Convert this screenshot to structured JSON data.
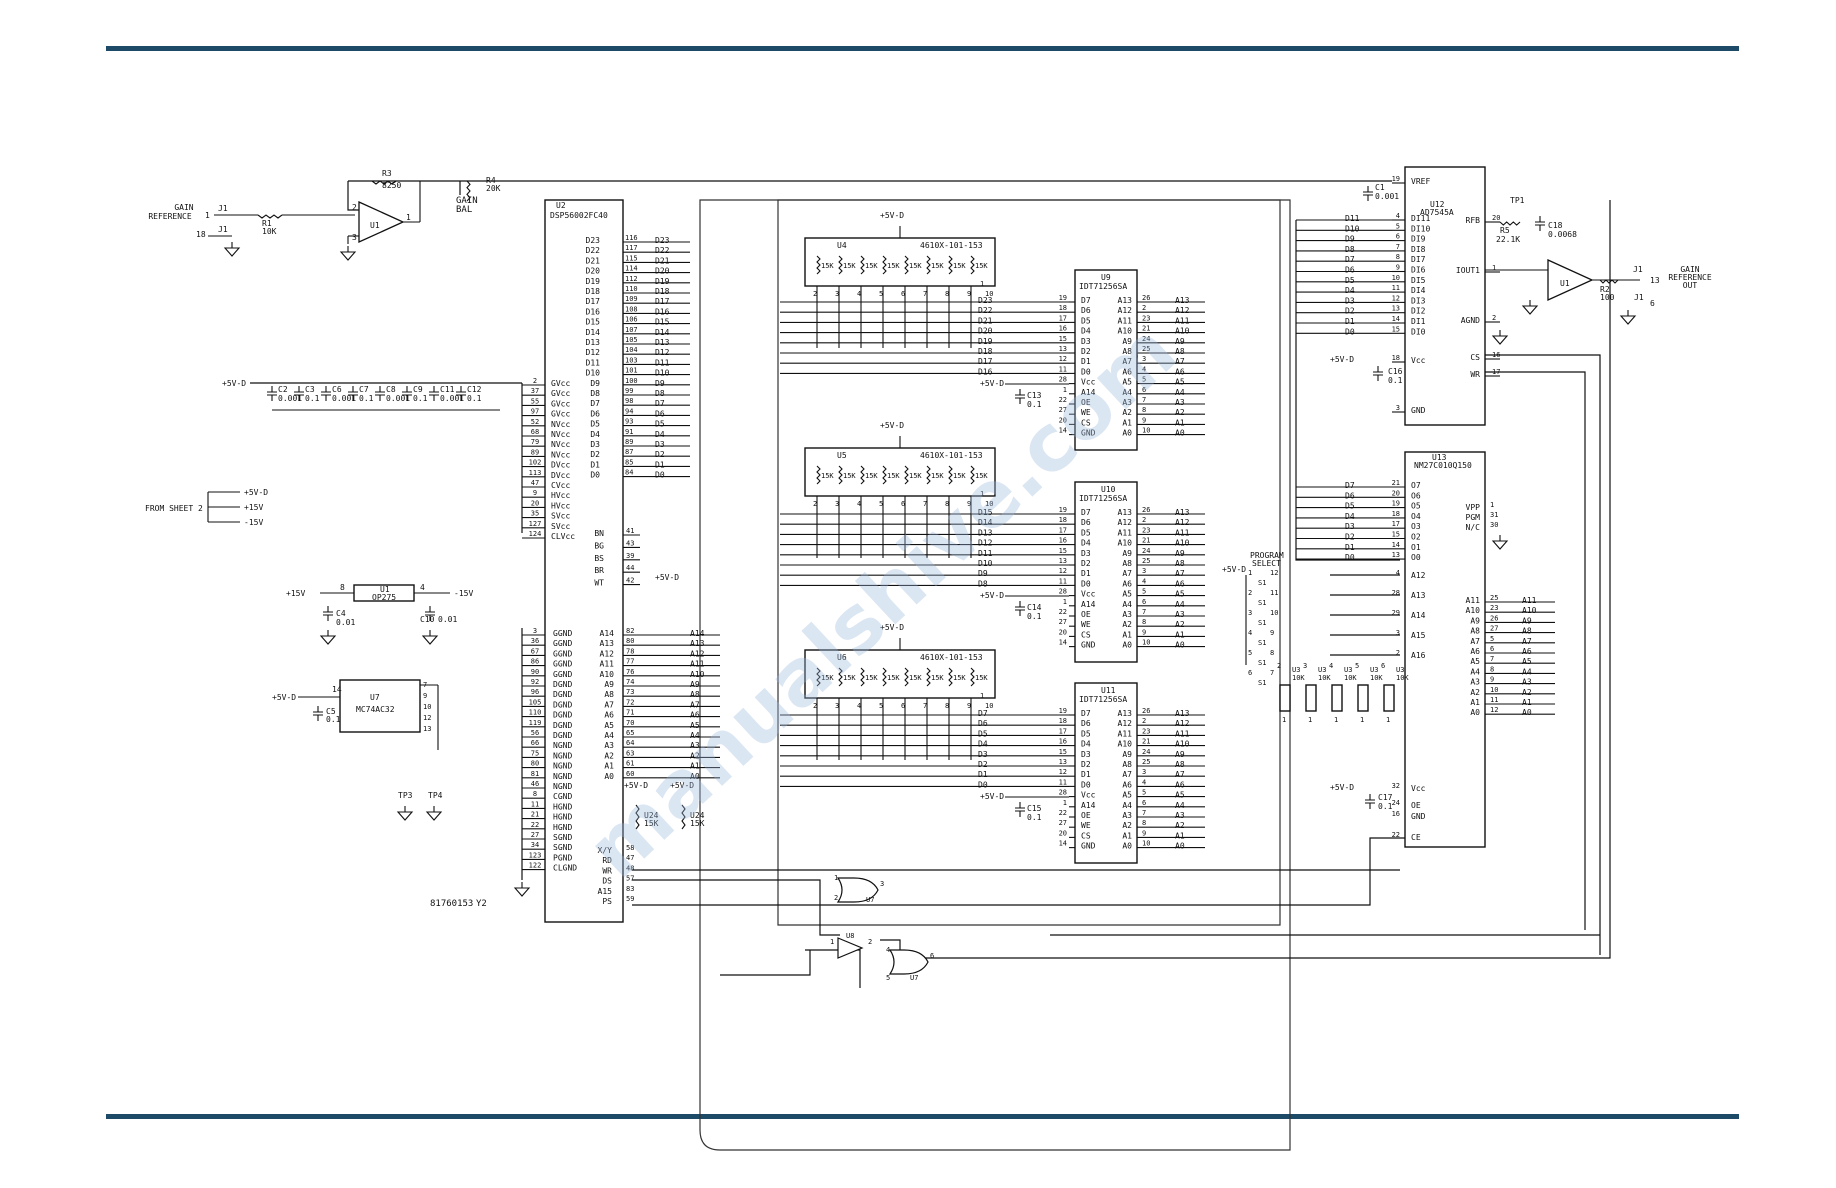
{
  "sheet": {
    "code": "81760153",
    "rev": "Y2"
  },
  "watermark": "manualshive.com",
  "io": {
    "gain_ref_in": [
      "GAIN",
      "REFERENCE"
    ],
    "j1_in_pin": "1",
    "j1_in_label": "J1",
    "j1_gnd_pin": "18",
    "j1_gnd_label": "J1",
    "gain_ref_out": [
      "GAIN",
      "REFERENCE",
      "OUT"
    ],
    "j1_out_pin": "13",
    "j1_out_label": "J1",
    "j1_out_gnd_pin": "6",
    "j1_out_gnd_label": "J1",
    "from_sheet": "FROM SHEET 2",
    "rails": [
      "+5V-D",
      "+15V",
      "-15V"
    ]
  },
  "passives": {
    "r1": [
      "R1",
      "10K"
    ],
    "r3": [
      "R3",
      "8250"
    ],
    "r4": [
      "R4",
      "20K"
    ],
    "gain_bal": [
      "GAIN",
      "BAL"
    ],
    "r5": [
      "R5",
      "22.1K"
    ],
    "c18": [
      "C18",
      "0.0068"
    ],
    "r2": [
      "R2",
      "100"
    ],
    "tp1": "TP1",
    "c1": [
      "C1",
      "0.001"
    ],
    "c16": [
      "C16",
      "0.1"
    ],
    "c17": [
      "C17",
      "0.1"
    ],
    "tp3": "TP3",
    "tp4": "TP4"
  },
  "decoupling": [
    {
      "ref": "C2",
      "val": "0.001"
    },
    {
      "ref": "C3",
      "val": "0.1"
    },
    {
      "ref": "C6",
      "val": "0.001"
    },
    {
      "ref": "C7",
      "val": "0.1"
    },
    {
      "ref": "C8",
      "val": "0.001"
    },
    {
      "ref": "C9",
      "val": "0.1"
    },
    {
      "ref": "C11",
      "val": "0.001"
    },
    {
      "ref": "C12",
      "val": "0.1"
    }
  ],
  "u2": {
    "ref": "U2",
    "part": "DSP56002FC40",
    "data_pins": [
      "116",
      "117",
      "115",
      "114",
      "112",
      "110",
      "109",
      "108",
      "106",
      "107",
      "105",
      "104",
      "103",
      "101",
      "100",
      "99",
      "98",
      "94",
      "93",
      "91",
      "89",
      "87",
      "85",
      "84"
    ],
    "data_names": [
      "D23",
      "D22",
      "D21",
      "D20",
      "D19",
      "D18",
      "D17",
      "D16",
      "D15",
      "D14",
      "D13",
      "D12",
      "D11",
      "D10",
      "D9",
      "D8",
      "D7",
      "D6",
      "D5",
      "D4",
      "D3",
      "D2",
      "D1",
      "D0"
    ],
    "pwr_pins": [
      "2",
      "37",
      "55",
      "97",
      "52",
      "68",
      "79",
      "89",
      "102",
      "113",
      "47",
      "9",
      "20",
      "35",
      "127",
      "124"
    ],
    "pwr_names": [
      "GVcc",
      "GVcc",
      "GVcc",
      "GVcc",
      "NVcc",
      "NVcc",
      "NVcc",
      "NVcc",
      "DVcc",
      "DVcc",
      "CVcc",
      "HVcc",
      "HVcc",
      "SVcc",
      "SVcc",
      "CLVcc"
    ],
    "ctl_names": [
      "BN",
      "BG",
      "BS",
      "BR",
      "WT"
    ],
    "ctl_pins": [
      "41",
      "43",
      "39",
      "44",
      "42"
    ],
    "gnd_pins": [
      "3",
      "36",
      "67",
      "86",
      "90",
      "92",
      "96",
      "105",
      "110",
      "119",
      "56",
      "66",
      "75",
      "80",
      "81",
      "46",
      "8",
      "11",
      "21",
      "22",
      "27",
      "34",
      "123",
      "122"
    ],
    "gnd_names": [
      "GGND",
      "GGND",
      "GGND",
      "GGND",
      "GGND",
      "DGND",
      "DGND",
      "DGND",
      "DGND",
      "DGND",
      "DGND",
      "NGND",
      "NGND",
      "NGND",
      "NGND",
      "NGND",
      "CGND",
      "HGND",
      "HGND",
      "HGND",
      "SGND",
      "SGND",
      "PGND",
      "CLGND"
    ],
    "addr_pins": [
      "82",
      "80",
      "78",
      "77",
      "76",
      "74",
      "73",
      "72",
      "71",
      "70",
      "65",
      "64",
      "63",
      "61",
      "60"
    ],
    "addr_names": [
      "A14",
      "A13",
      "A12",
      "A11",
      "A10",
      "A9",
      "A8",
      "A7",
      "A6",
      "A5",
      "A4",
      "A3",
      "A2",
      "A1",
      "A0"
    ],
    "bot_names": [
      "X/Y",
      "RD",
      "WR",
      "DS",
      "A15",
      "PS"
    ],
    "bot_pins": [
      "58",
      "47",
      "48",
      "57",
      "83",
      "59"
    ]
  },
  "u1": {
    "ref": "U1",
    "part": "OP275",
    "pin8": "8",
    "pin4": "4",
    "p15": "+15V",
    "m15": "-15V",
    "c4": [
      "C4",
      "0.01"
    ],
    "c10": [
      "C10",
      "0.01"
    ]
  },
  "u7": {
    "ref": "U7",
    "part": "MC74AC32",
    "vcc": "+5V-D",
    "c5": [
      "C5",
      "0.1"
    ],
    "pin14": "14",
    "pins": [
      "7",
      "9",
      "10",
      "12",
      "13"
    ]
  },
  "opamp_u1a": {
    "ref": "U1",
    "pins": [
      "2",
      "3",
      "1"
    ]
  },
  "packs": [
    {
      "ref": "U4",
      "part": "4610X-101-153",
      "vcc": "+5V-D",
      "val": "15K"
    },
    {
      "ref": "U5",
      "part": "4610X-101-153",
      "vcc": "+5V-D",
      "val": "15K"
    },
    {
      "ref": "U6",
      "part": "4610X-101-153",
      "vcc": "+5V-D",
      "val": "15K"
    }
  ],
  "pack_pins": [
    "2",
    "3",
    "4",
    "5",
    "6",
    "7",
    "8",
    "9",
    "10"
  ],
  "srams": [
    {
      "ref": "U9",
      "part": "IDT71256SA",
      "c": [
        "C13",
        "0.1"
      ]
    },
    {
      "ref": "U10",
      "part": "IDT71256SA",
      "c": [
        "C14",
        "0.1"
      ]
    },
    {
      "ref": "U11",
      "part": "IDT71256SA",
      "c": [
        "C15",
        "0.1"
      ]
    }
  ],
  "sram_left": [
    "D7",
    "D6",
    "D5",
    "D4",
    "D3",
    "D2",
    "D1",
    "D0",
    "Vcc",
    "A14",
    "OE",
    "WE",
    "CS",
    "GND"
  ],
  "sram_left_pins": [
    "19",
    "18",
    "17",
    "16",
    "15",
    "13",
    "12",
    "11",
    "28",
    "1",
    "22",
    "27",
    "20",
    "14"
  ],
  "sram_right": [
    "A13",
    "A12",
    "A11",
    "A10",
    "A9",
    "A8",
    "A7",
    "A6",
    "A5",
    "A4",
    "A3",
    "A2",
    "A1",
    "A0"
  ],
  "sram_right_pins": [
    "26",
    "2",
    "23",
    "21",
    "24",
    "25",
    "3",
    "4",
    "5",
    "6",
    "7",
    "8",
    "9",
    "10"
  ],
  "sram_data_groups": [
    [
      "D23",
      "D22",
      "D21",
      "D20",
      "D19",
      "D18",
      "D17",
      "D16"
    ],
    [
      "D15",
      "D14",
      "D13",
      "D12",
      "D11",
      "D10",
      "D9",
      "D8"
    ],
    [
      "D7",
      "D6",
      "D5",
      "D4",
      "D3",
      "D2",
      "D1",
      "D0"
    ]
  ],
  "u12": {
    "ref": "U12",
    "part": "AD7545A",
    "left": [
      "VREF",
      "DI11",
      "DI10",
      "DI9",
      "DI8",
      "DI7",
      "DI6",
      "DI5",
      "DI4",
      "DI3",
      "DI2",
      "DI1",
      "DI0",
      "Vcc",
      "GND"
    ],
    "left_pins": [
      "19",
      "4",
      "5",
      "6",
      "7",
      "8",
      "9",
      "10",
      "11",
      "12",
      "13",
      "14",
      "15",
      "18",
      "3"
    ],
    "right": [
      "RFB",
      "IOUT1",
      "AGND",
      "CS",
      "WR"
    ],
    "right_pins": [
      "20",
      "1",
      "2",
      "16",
      "17"
    ],
    "in_data": [
      "D11",
      "D10",
      "D9",
      "D8",
      "D7",
      "D6",
      "D5",
      "D4",
      "D3",
      "D2",
      "D1",
      "D0"
    ]
  },
  "u13": {
    "ref": "U13",
    "part": "NM27C010Q150",
    "left_d": [
      "O7",
      "O6",
      "O5",
      "O4",
      "O3",
      "O2",
      "O1",
      "O0"
    ],
    "left_pins": [
      "21",
      "20",
      "19",
      "18",
      "17",
      "15",
      "14",
      "13"
    ],
    "left_a": [
      "A12",
      "A13",
      "A14",
      "A15",
      "A16"
    ],
    "left_a_pins": [
      "4",
      "28",
      "29",
      "3",
      "2"
    ],
    "right_top": [
      "VPP",
      "PGM",
      "N/C"
    ],
    "right_top_pins": [
      "1",
      "31",
      "30"
    ],
    "right_a": [
      "A11",
      "A10",
      "A9",
      "A8",
      "A7",
      "A6",
      "A5",
      "A4",
      "A3",
      "A2",
      "A1",
      "A0"
    ],
    "right_a_pins": [
      "25",
      "23",
      "26",
      "27",
      "5",
      "6",
      "7",
      "8",
      "9",
      "10",
      "11",
      "12"
    ],
    "bottom": [
      "Vcc",
      "OE",
      "GND",
      "CE"
    ],
    "bottom_pins": [
      "32",
      "24",
      "16",
      "22"
    ]
  },
  "program_select": {
    "label": [
      "PROGRAM",
      "SELECT"
    ],
    "switch": "S1",
    "rv": "+5V-D",
    "pins": [
      "1",
      "12",
      "2",
      "11",
      "3",
      "10",
      "4",
      "9",
      "5",
      "8",
      "6",
      "7"
    ]
  },
  "u3": {
    "ref": "U3",
    "val": "10K",
    "pins": [
      "2",
      "3",
      "4",
      "5",
      "6"
    ]
  },
  "u24": {
    "ref": "U24",
    "val": "15K"
  },
  "gates": {
    "u7a": [
      "1",
      "2",
      "3"
    ],
    "u8": [
      "U8",
      "1",
      "2"
    ],
    "u7b": [
      "4",
      "5",
      "6"
    ]
  }
}
